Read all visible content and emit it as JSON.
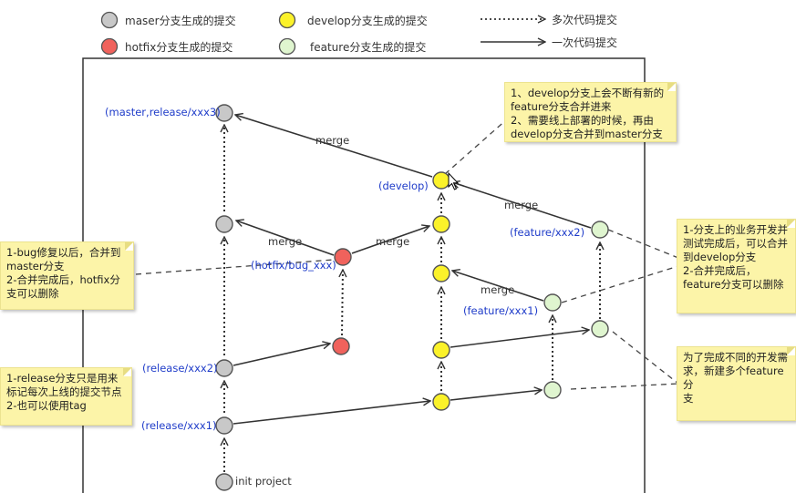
{
  "colors": {
    "master": "#c8c8c8",
    "hotfix": "#f0625c",
    "develop": "#fbf22a",
    "feature": "#dff5cf",
    "branch_label": "#1f3cc9",
    "note_bg": "#fcf4a8"
  },
  "legend": {
    "master": "maser分支生成的提交",
    "hotfix": "hotfix分支生成的提交",
    "develop": "develop分支生成的提交",
    "feature": "feature分支生成的提交",
    "multi_commit": "多次代码提交",
    "single_commit": "一次代码提交"
  },
  "labels": {
    "master_release3": "(master,release/xxx3)",
    "release2": "(release/xxx2)",
    "release1": "(release/xxx1)",
    "init": "init project",
    "hotfix": "(hotfix/bug_xxx)",
    "develop": "(develop)",
    "feature2": "(feature/xxx2)",
    "feature1": "(feature/xxx1)"
  },
  "merge_labels": [
    "merge",
    "merge",
    "merge",
    "merge",
    "merge"
  ],
  "notes": {
    "develop": "1、develop分支上会不断有新的\nfeature分支合并进来\n2、需要线上部署的时候，再由\ndevelop分支合并到master分支",
    "hotfix": "1-bug修复以后，合并到\nmaster分支\n2-合并完成后，hotfix分\n支可以删除",
    "release": "1-release分支只是用来\n标记每次上线的提交节点\n2-也可以使用tag",
    "feature": "1-分支上的业务开发并\n测试完成后，可以合并\n到develop分支\n2-合并完成后，\nfeature分支可以删除",
    "feature_multi": "为了完成不同的开发需\n求，新建多个feature分\n支"
  }
}
